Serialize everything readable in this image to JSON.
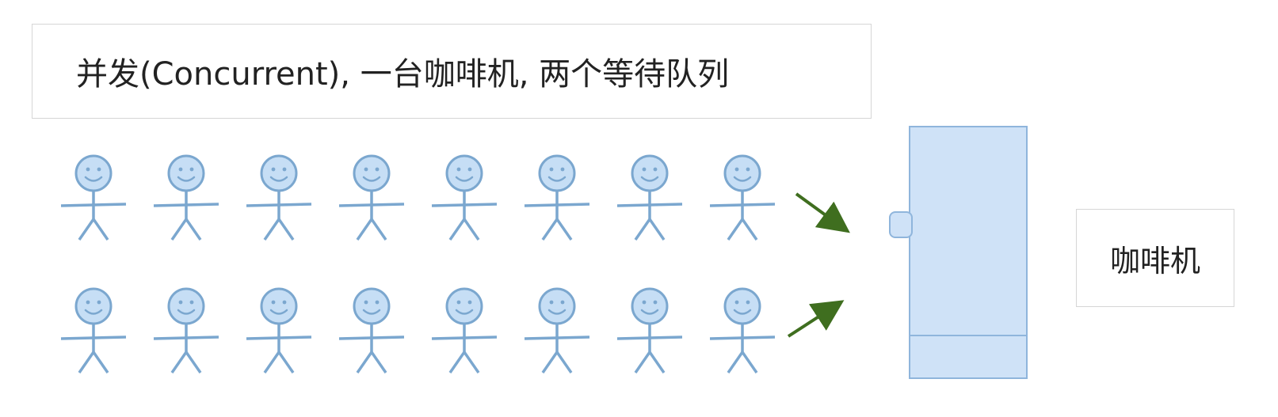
{
  "title": "并发(Concurrent), 一台咖啡机, 两个等待队列",
  "machine_label": "咖啡机",
  "queues": [
    {
      "people": 8
    },
    {
      "people": 8
    }
  ],
  "colors": {
    "person_fill": "#c6def5",
    "person_stroke": "#7ba7cf",
    "arrow": "#3f6e1f",
    "machine_fill": "#cfe2f7",
    "machine_stroke": "#8fb5dc"
  }
}
